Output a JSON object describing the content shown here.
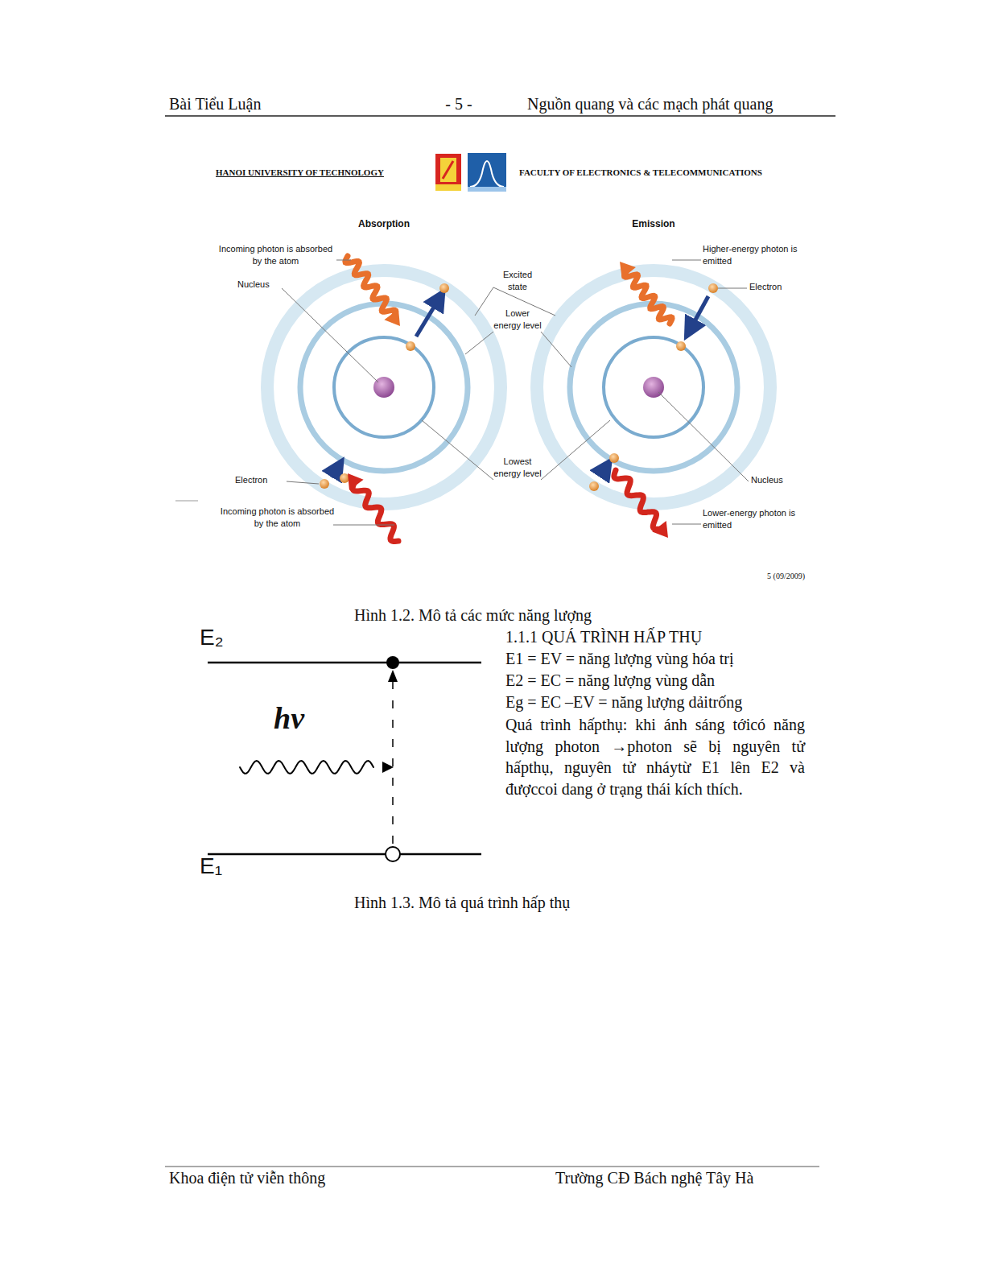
{
  "diagram": {
    "labels": [
      "Bài Tiểu Luận",
      "- 5 -",
      "Nguồn quang và các mạch phát quang",
      "HANOI UNIVERSITY OF TECHNOLOGY",
      "FACULTY OF ELECTRONICS & TELECOMMUNICATIONS",
      "Absorption",
      "Emission",
      "Incoming photon is absorbed by the atom",
      "Nucleus",
      "Excited state",
      "Lower energy level",
      "Electron",
      "Incoming photon is absorbed by the atom",
      "Lowest energy level",
      "Higher-energy photon is emitted",
      "Electron",
      "Nucleus",
      "Lower-energy photon is emitted",
      "5 (09/2009)",
      "Hình 1.2. Mô tả các mức năng lượng",
      "1.1.1 QUÁ TRÌNH HẤP THỤ",
      "E1 = EV = năng lượng vùng hóa trị",
      "E2 = EC = năng lượng vùng dẫn",
      "Eg = EC –EV = năng lượng dảitrống",
      "Quá trình hấpthụ: khi ánh sáng tớicó năng lượng photon →photon sẽ bị nguyên tử hấpthụ, nguyên tử nháytừ E1 lên E2 và đượccoi dang ở trạng thái kích thích.",
      "E₂",
      "hν",
      "E₁",
      "Hình 1.3. Mô tả quá trình hấp thụ",
      "Khoa điện tử viễn thông",
      "Trường CĐ Bách nghệ Tây Hà"
    ]
  }
}
